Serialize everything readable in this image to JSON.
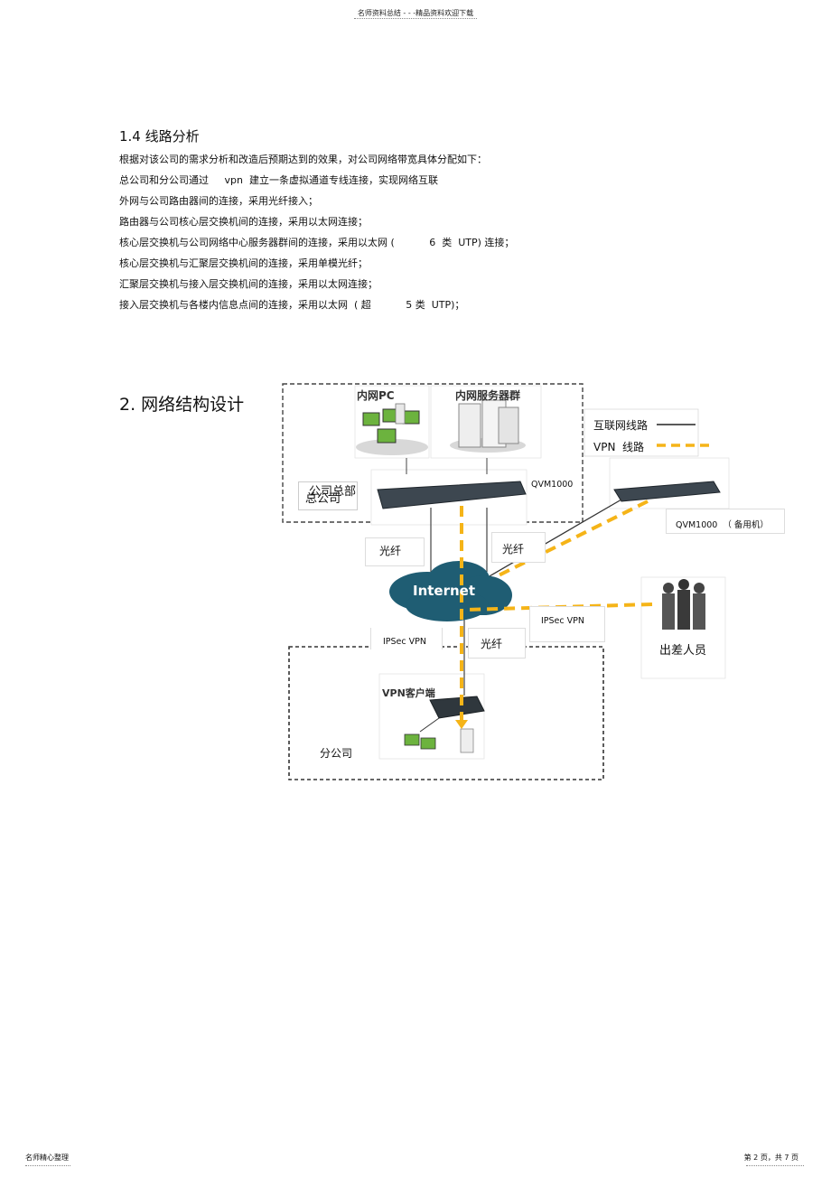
{
  "header": {
    "text": "名师资料总结 - - -精品资料欢迎下载"
  },
  "section14": {
    "title": "1.4  线路分析",
    "lines": [
      "根据对该公司的需求分析和改造后预期达到的效果，对公司网络带宽具体分配如下：",
      "总公司和分公司通过     vpn  建立一条虚拟通道专线连接，实现网络互联",
      "外网与公司路由器间的连接，采用光纤接入；",
      "路由器与公司核心层交换机间的连接，采用以太网连接；",
      "核心层交换机与公司网络中心服务器群间的连接，采用以太网 (           6  类  UTP) 连接；",
      "核心层交换机与汇聚层交换机间的连接，采用单模光纤；",
      "汇聚层交换机与接入层交换机间的连接，采用以太网连接；",
      "接入层交换机与各楼内信息点间的连接，采用以太网  ( 超           5 类  UTP)；"
    ]
  },
  "section2": {
    "title": "2. 网络结构设计"
  },
  "diagram": {
    "intranet_pc": "内网PC",
    "intranet_servers": "内网服务器群",
    "legend_internet": "互联网线路",
    "legend_vpn": "VPN  线路",
    "hq_label_a": "公司总部",
    "hq_label_b": "总公司",
    "qvm_main": "QVM1000",
    "qvm_backup": "QVM1000  （ 备用机）",
    "fiber_left": "光纤",
    "fiber_right": "光纤",
    "fiber_bottom": "光纤",
    "internet": "Internet",
    "ipsec_left": "IPSec VPN",
    "ipsec_right": "IPSec VPN",
    "travel_staff": "出差人员",
    "vpn_client": "VPN客户端",
    "branch": "分公司",
    "colors": {
      "vpn_line": "#f5b418",
      "internet_cloud": "#1f5d73",
      "line": "#333333"
    }
  },
  "footer": {
    "left": "名师精心整理",
    "right": "第 2 页，共 7 页"
  }
}
